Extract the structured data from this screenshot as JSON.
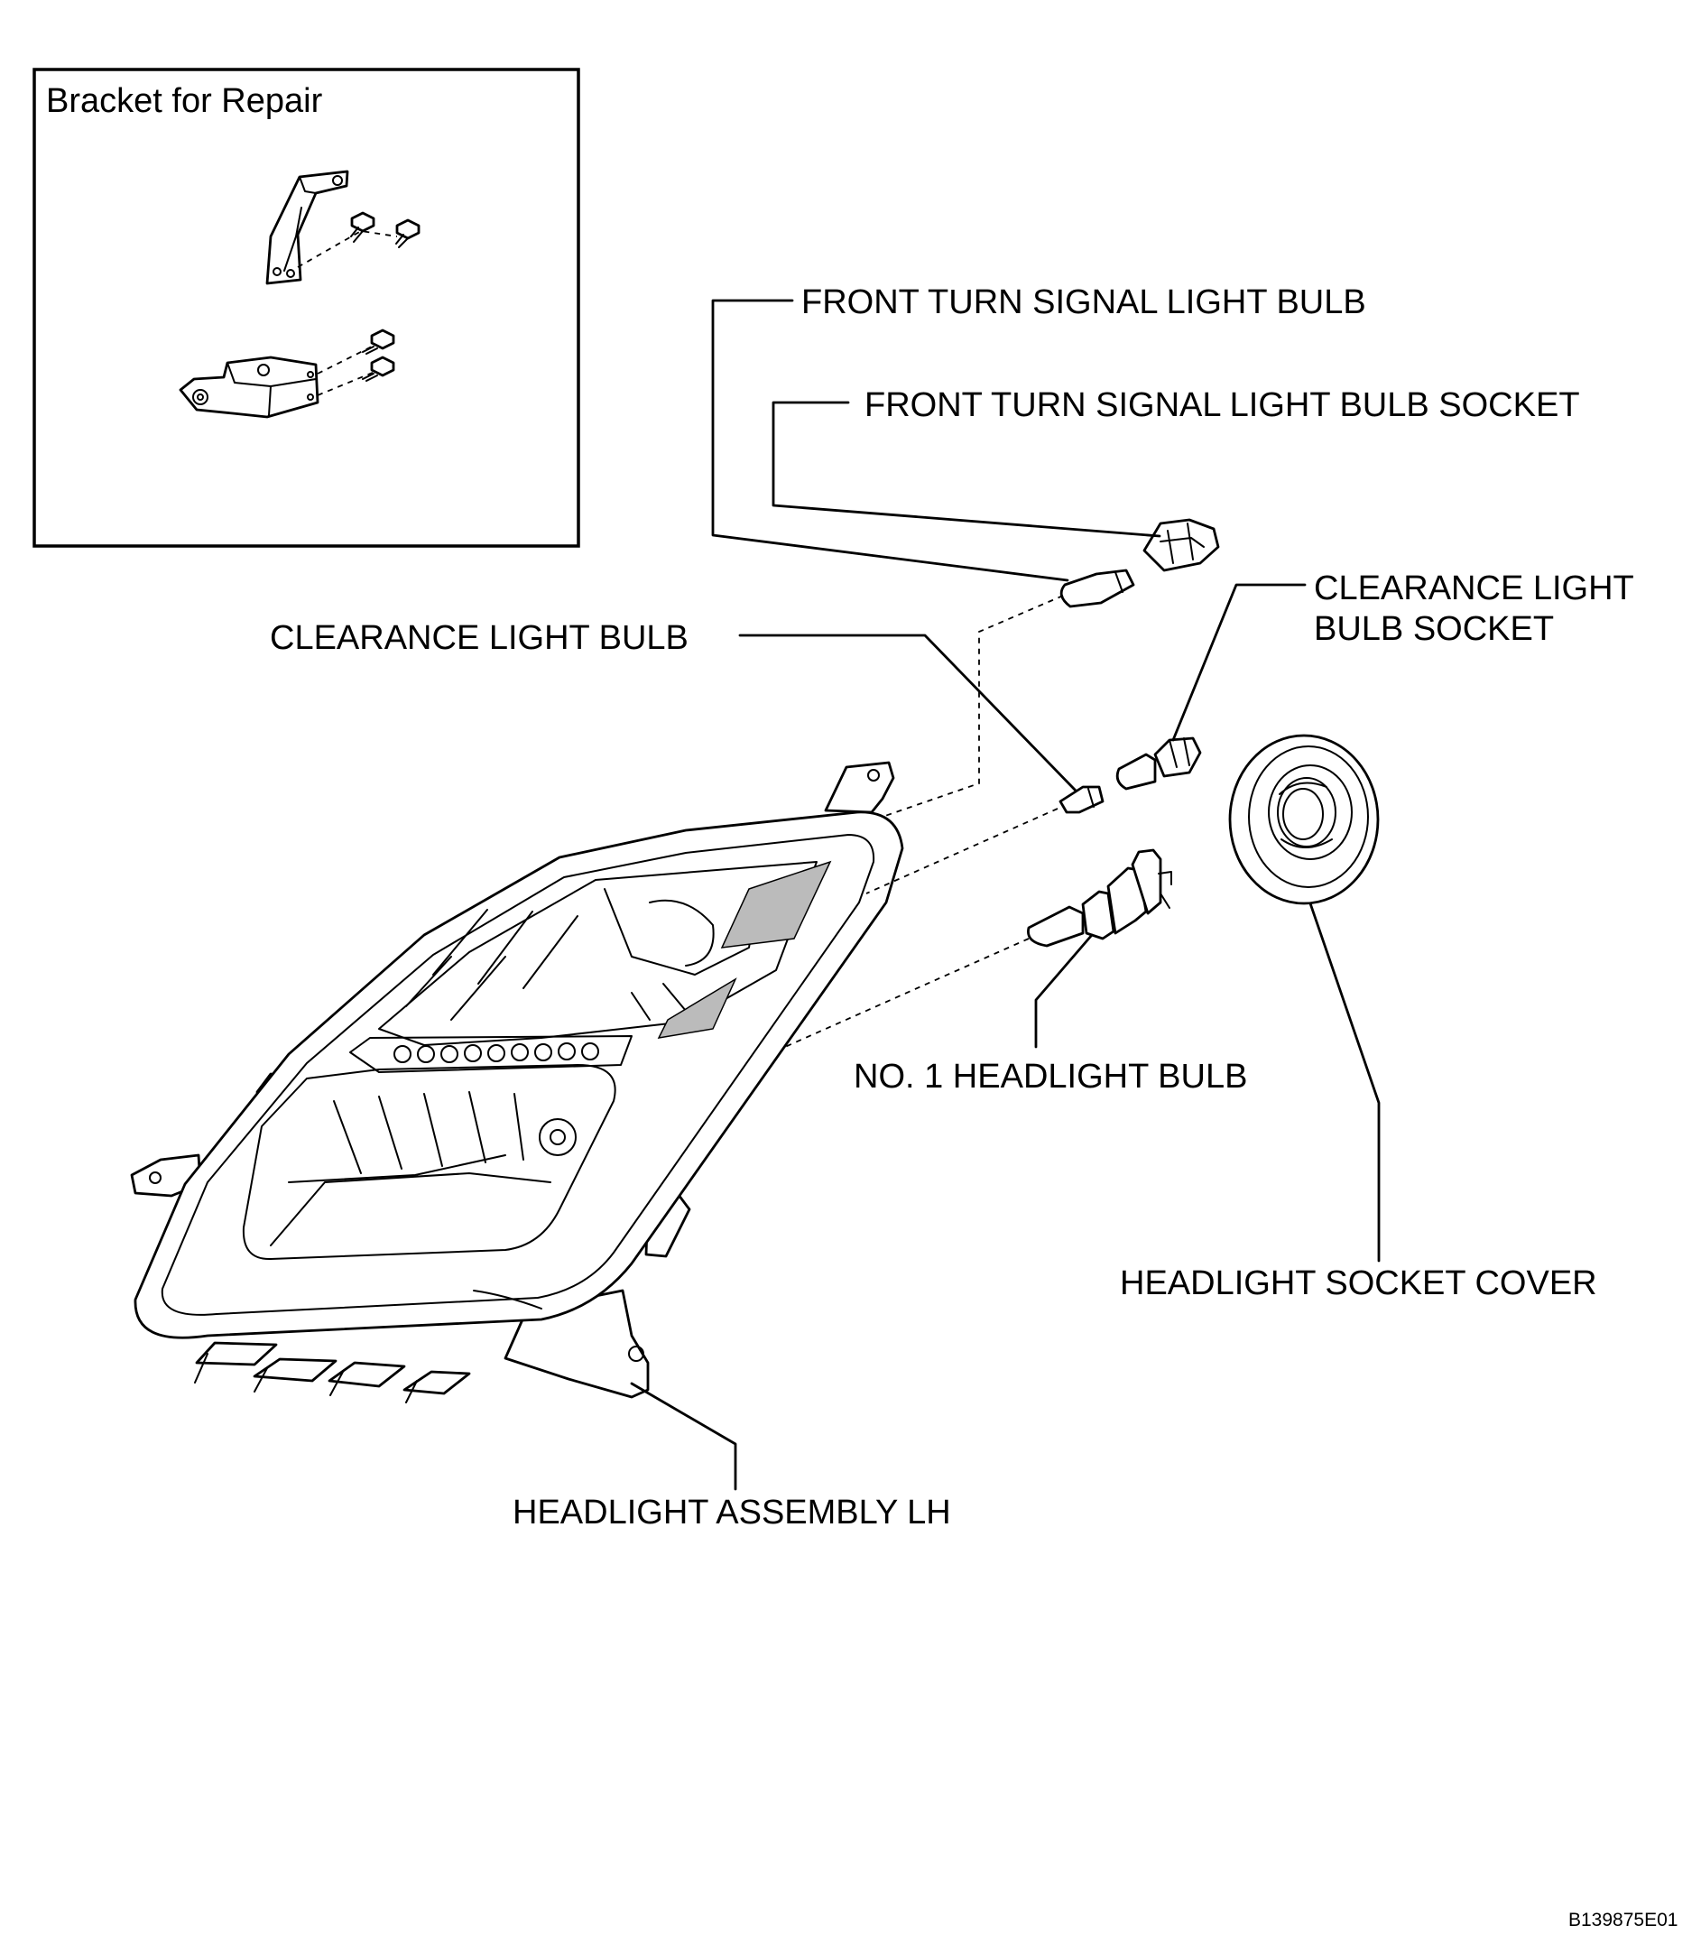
{
  "inset": {
    "title": "Bracket for Repair"
  },
  "labels": {
    "front_turn_signal_bulb": "FRONT TURN SIGNAL LIGHT BULB",
    "front_turn_signal_socket": "FRONT TURN SIGNAL LIGHT BULB SOCKET",
    "clearance_socket_line1": "CLEARANCE LIGHT",
    "clearance_socket_line2": "BULB SOCKET",
    "clearance_bulb": "CLEARANCE LIGHT BULB",
    "headlight_bulb": "NO. 1 HEADLIGHT BULB",
    "socket_cover": "HEADLIGHT SOCKET COVER",
    "headlight_assembly": "HEADLIGHT ASSEMBLY LH"
  },
  "figure_ref": "B139875E01"
}
